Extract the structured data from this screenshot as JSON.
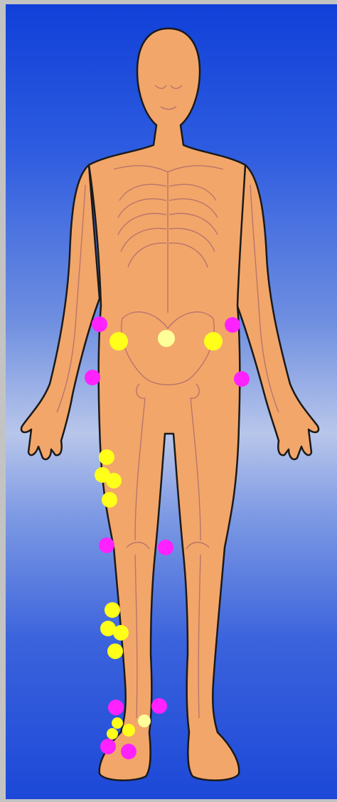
{
  "figure": {
    "subject": "anatomical-body-front-view",
    "background_colors": [
      "#1040d8",
      "#b8c6ea",
      "#1c48d8"
    ],
    "skin_color": "#f2a66a",
    "outline_color": "#1a1a1a",
    "bone_line_color": "#b06c6c"
  },
  "markers": {
    "magenta_color": "#ff22ff",
    "yellow_color": "#ffff1a",
    "pale_yellow_color": "#ffff99",
    "points": [
      {
        "color": "magenta",
        "region": "left-hip-upper"
      },
      {
        "color": "yellow",
        "region": "left-hip"
      },
      {
        "color": "pale-yellow",
        "region": "pelvis-center"
      },
      {
        "color": "yellow",
        "region": "right-hip"
      },
      {
        "color": "magenta",
        "region": "right-hip-upper"
      },
      {
        "color": "magenta",
        "region": "left-hip-lower"
      },
      {
        "color": "magenta",
        "region": "right-hip-lower"
      },
      {
        "color": "yellow",
        "region": "left-thigh"
      },
      {
        "color": "yellow",
        "region": "left-thigh"
      },
      {
        "color": "yellow",
        "region": "left-thigh"
      },
      {
        "color": "yellow",
        "region": "left-thigh"
      },
      {
        "color": "magenta",
        "region": "left-knee-outer"
      },
      {
        "color": "magenta",
        "region": "left-knee-inner"
      },
      {
        "color": "yellow",
        "region": "left-shin"
      },
      {
        "color": "yellow",
        "region": "left-shin"
      },
      {
        "color": "yellow",
        "region": "left-shin"
      },
      {
        "color": "yellow",
        "region": "left-shin"
      },
      {
        "color": "magenta",
        "region": "left-ankle-outer"
      },
      {
        "color": "magenta",
        "region": "left-ankle-inner"
      },
      {
        "color": "yellow",
        "region": "left-foot"
      },
      {
        "color": "yellow",
        "region": "left-foot"
      },
      {
        "color": "yellow",
        "region": "left-foot"
      },
      {
        "color": "pale-yellow",
        "region": "left-foot"
      },
      {
        "color": "magenta",
        "region": "left-foot"
      },
      {
        "color": "magenta",
        "region": "left-foot"
      }
    ]
  }
}
